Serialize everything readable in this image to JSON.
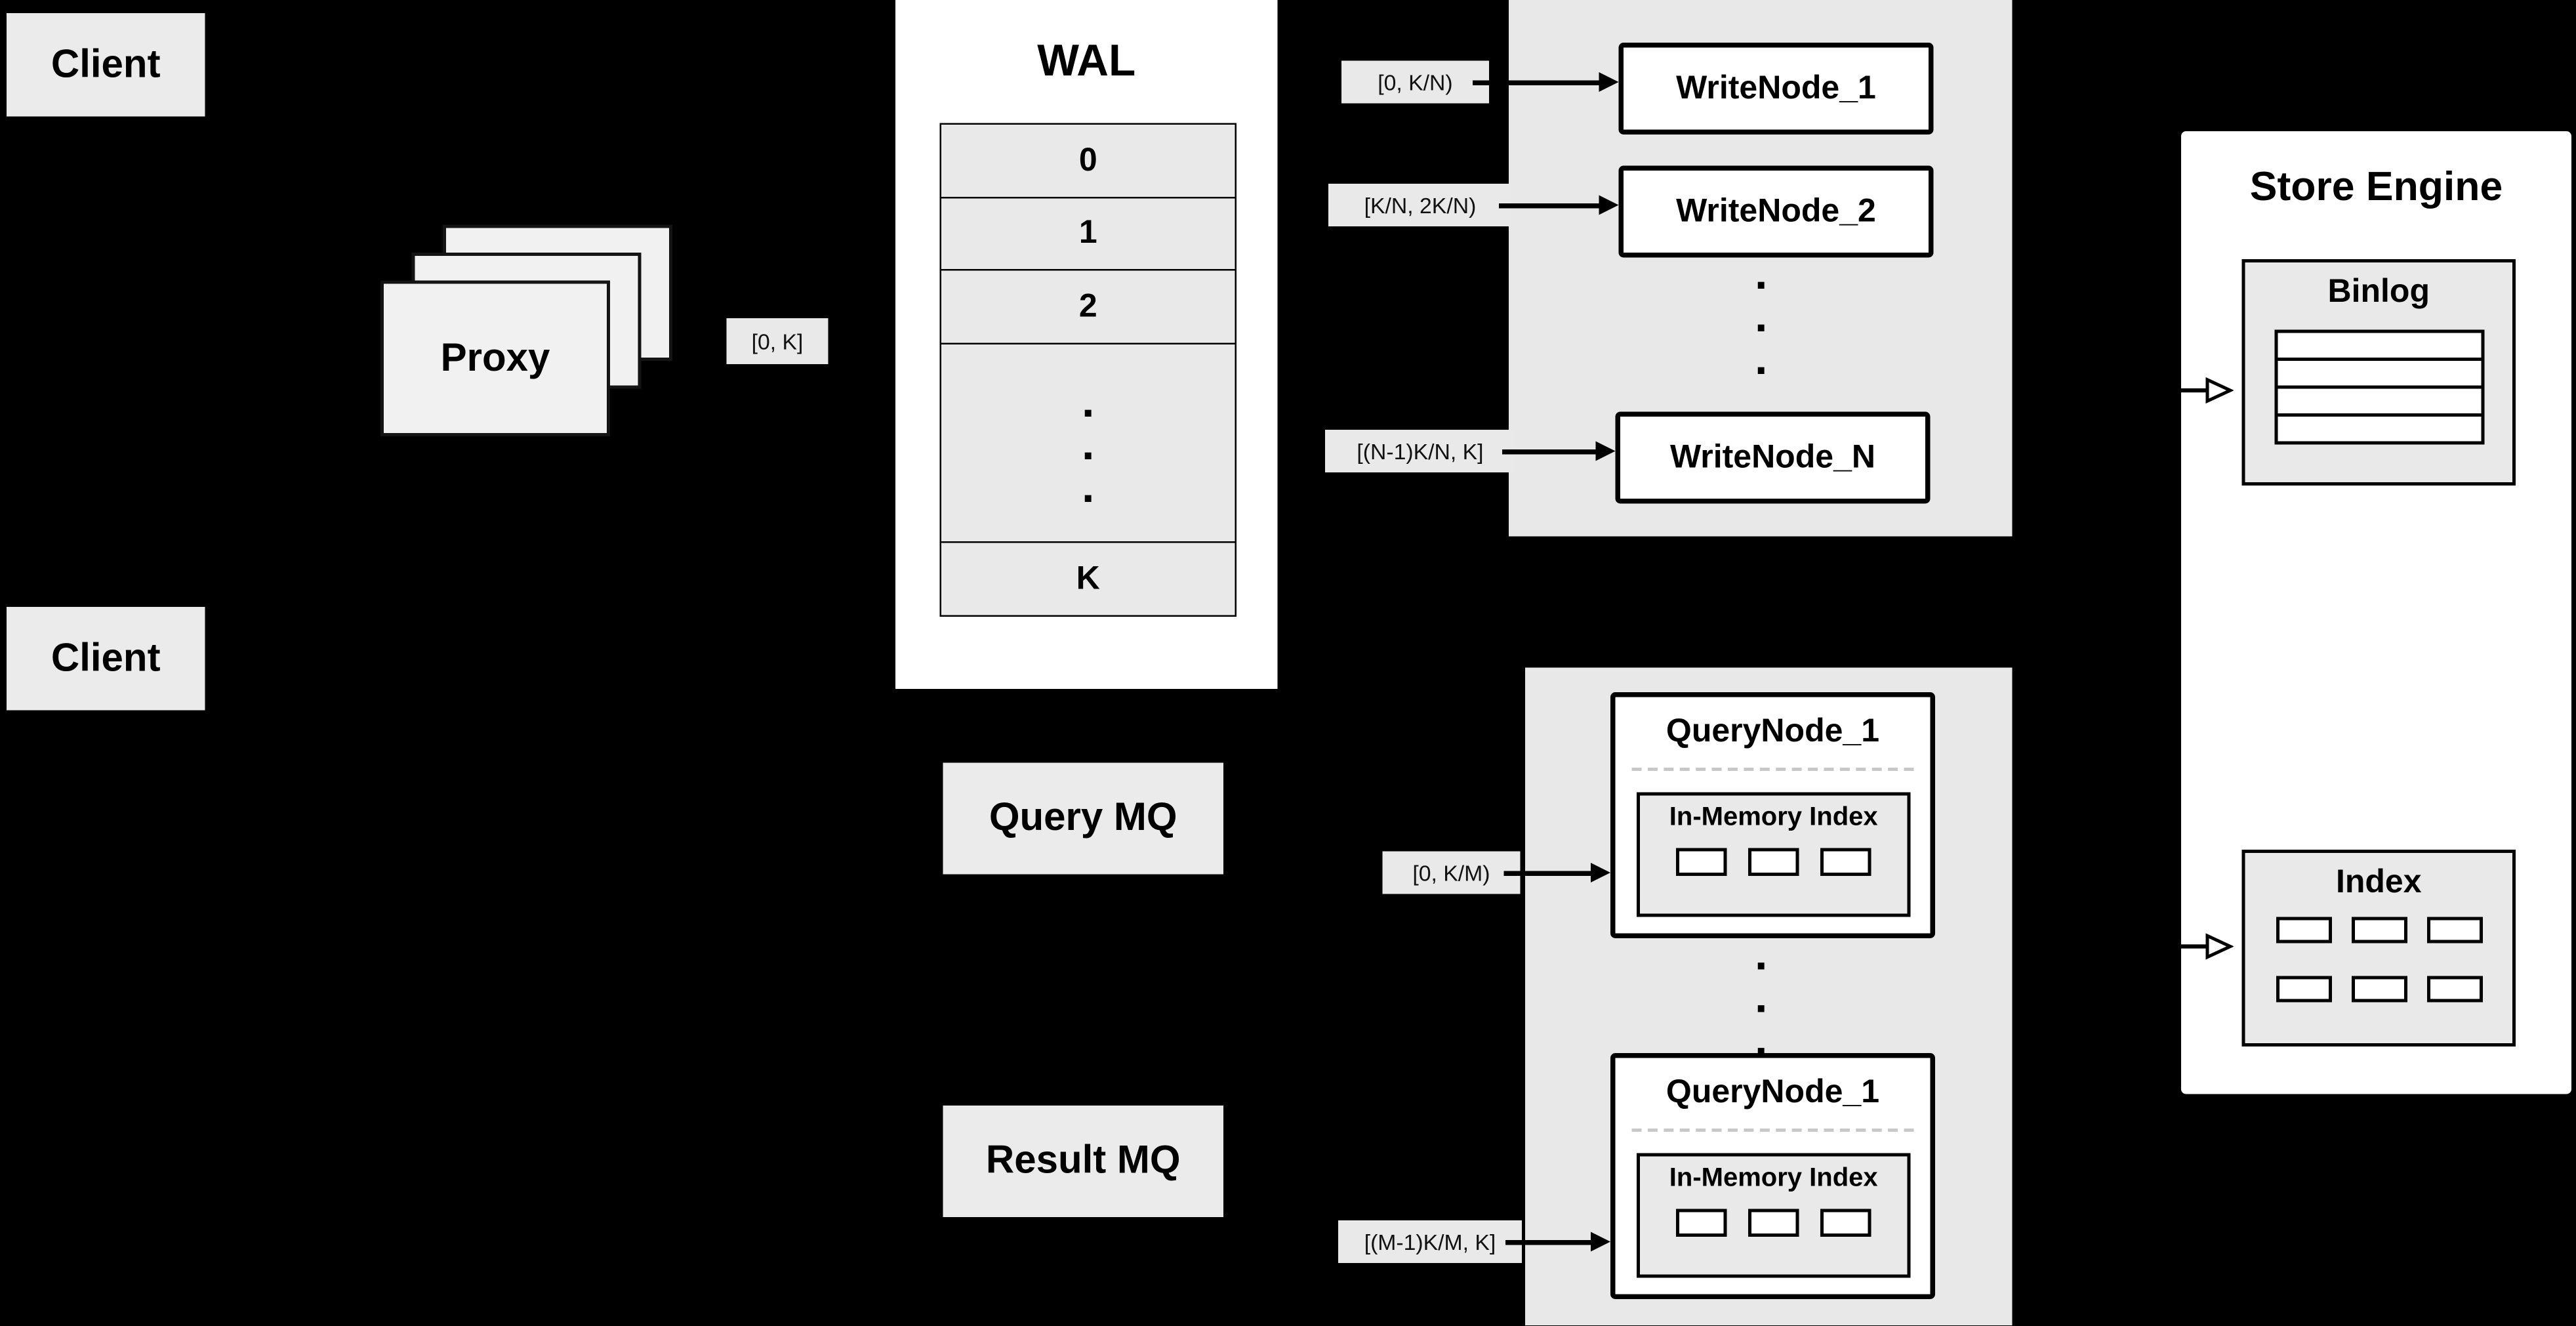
{
  "clients": {
    "top": "Client",
    "bottom": "Client"
  },
  "proxy": {
    "label": "Proxy",
    "out_range": "[0, K]"
  },
  "wal": {
    "title": "WAL",
    "row0": "0",
    "row1": "1",
    "row2": "2",
    "rowK": "K",
    "dot": "."
  },
  "write_nodes": {
    "node1": {
      "label": "WriteNode_1",
      "range": "[0, K/N)"
    },
    "node2": {
      "label": "WriteNode_2",
      "range": "[K/N, 2K/N)"
    },
    "nodeN": {
      "label": "WriteNode_N",
      "range": "[(N-1)K/N, K]"
    },
    "dot": "."
  },
  "mq": {
    "query": "Query MQ",
    "result": "Result MQ"
  },
  "query_nodes": {
    "node1": {
      "title": "QueryNode_1",
      "index_label": "In-Memory Index",
      "range": "[0, K/M)"
    },
    "node2": {
      "title": "QueryNode_1",
      "index_label": "In-Memory Index",
      "range": "[(M-1)K/M, K]"
    },
    "dot": "."
  },
  "store_engine": {
    "title": "Store Engine",
    "binlog": "Binlog",
    "index": "Index"
  },
  "colors": {
    "background": "#000000",
    "panel": "#e8e8e8",
    "gray_box": "#ebebeb",
    "node_fill": "#ffffff",
    "border": "#000000"
  }
}
